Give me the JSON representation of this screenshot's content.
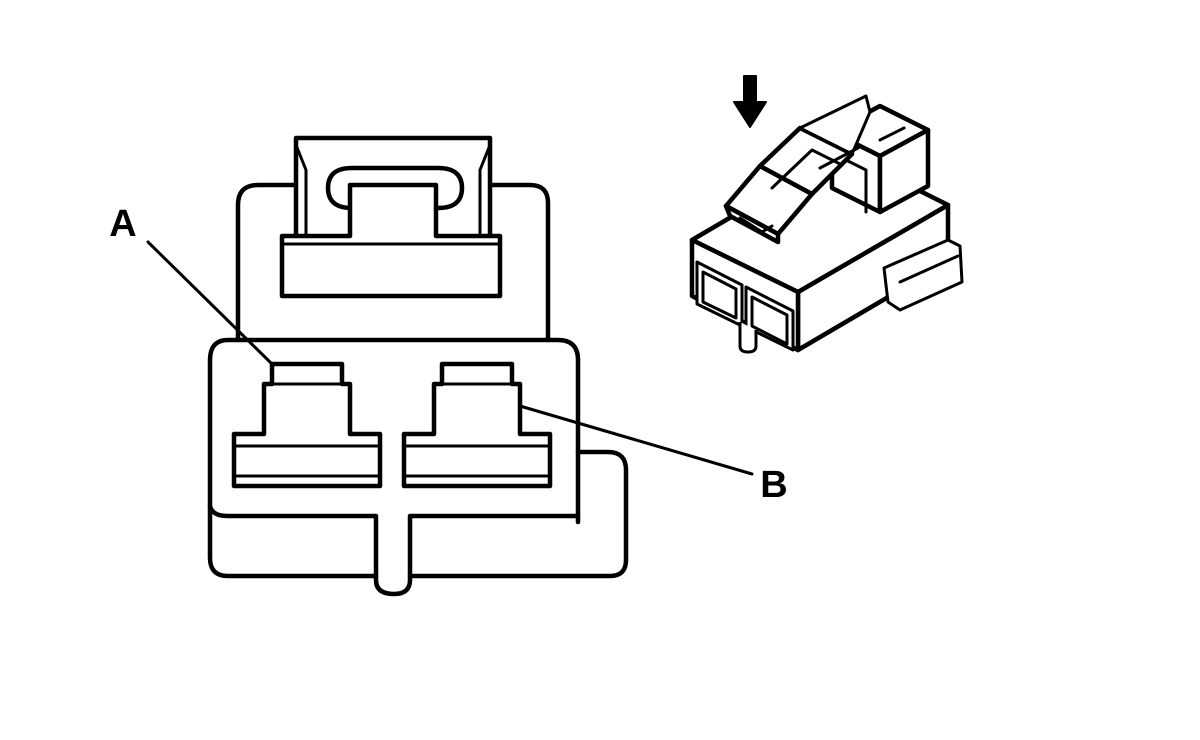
{
  "diagram": {
    "callouts": [
      {
        "id": "terminal-a",
        "label": "A"
      },
      {
        "id": "terminal-b",
        "label": "B"
      }
    ],
    "insertion_arrow_icon": "arrow-down-icon",
    "colors": {
      "line": "#000000",
      "background": "#ffffff"
    }
  }
}
